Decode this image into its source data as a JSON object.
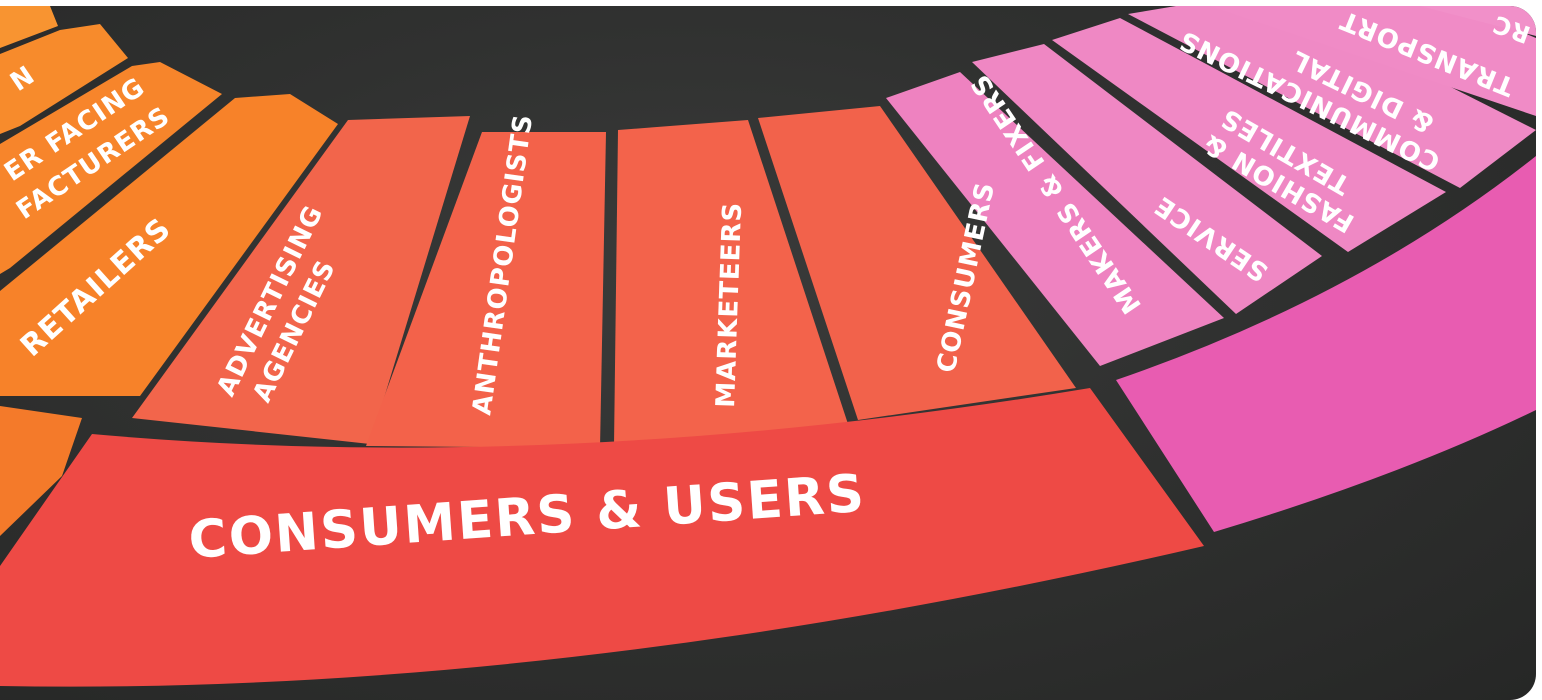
{
  "segments": {
    "orange": {
      "partial_top": "N",
      "facing_line1": "ER FACING",
      "facing_line2": "FACTURERS",
      "retailers": "RETAILERS"
    },
    "coral": {
      "advertising_line1": "ADVERTISING",
      "advertising_line2": "AGENCIES",
      "anthropologists": "ANTHROPOLOGISTS",
      "marketeers": "MARKETEERS",
      "consumers": "CONSUMERS",
      "consumers_users": "CONSUMERS & USERS"
    },
    "pink": {
      "makers": "MAKERS & FIXERS",
      "service": "SERVICE",
      "fashion_line1": "FASHION &",
      "fashion_line2": "TEXTILES",
      "comm_line1": "COMMUNICATIONS",
      "comm_line2": "& DIGITAL",
      "transport": "TRANSPORT",
      "partial_corner": "RC"
    }
  },
  "colors": {
    "background": "#2f302f",
    "orange": "#f7882c",
    "orange_dark": "#f47a2a",
    "coral": "#f2604a",
    "red": "#ee4a45",
    "pink_light": "#ee86c3",
    "magenta": "#e95fb2"
  }
}
